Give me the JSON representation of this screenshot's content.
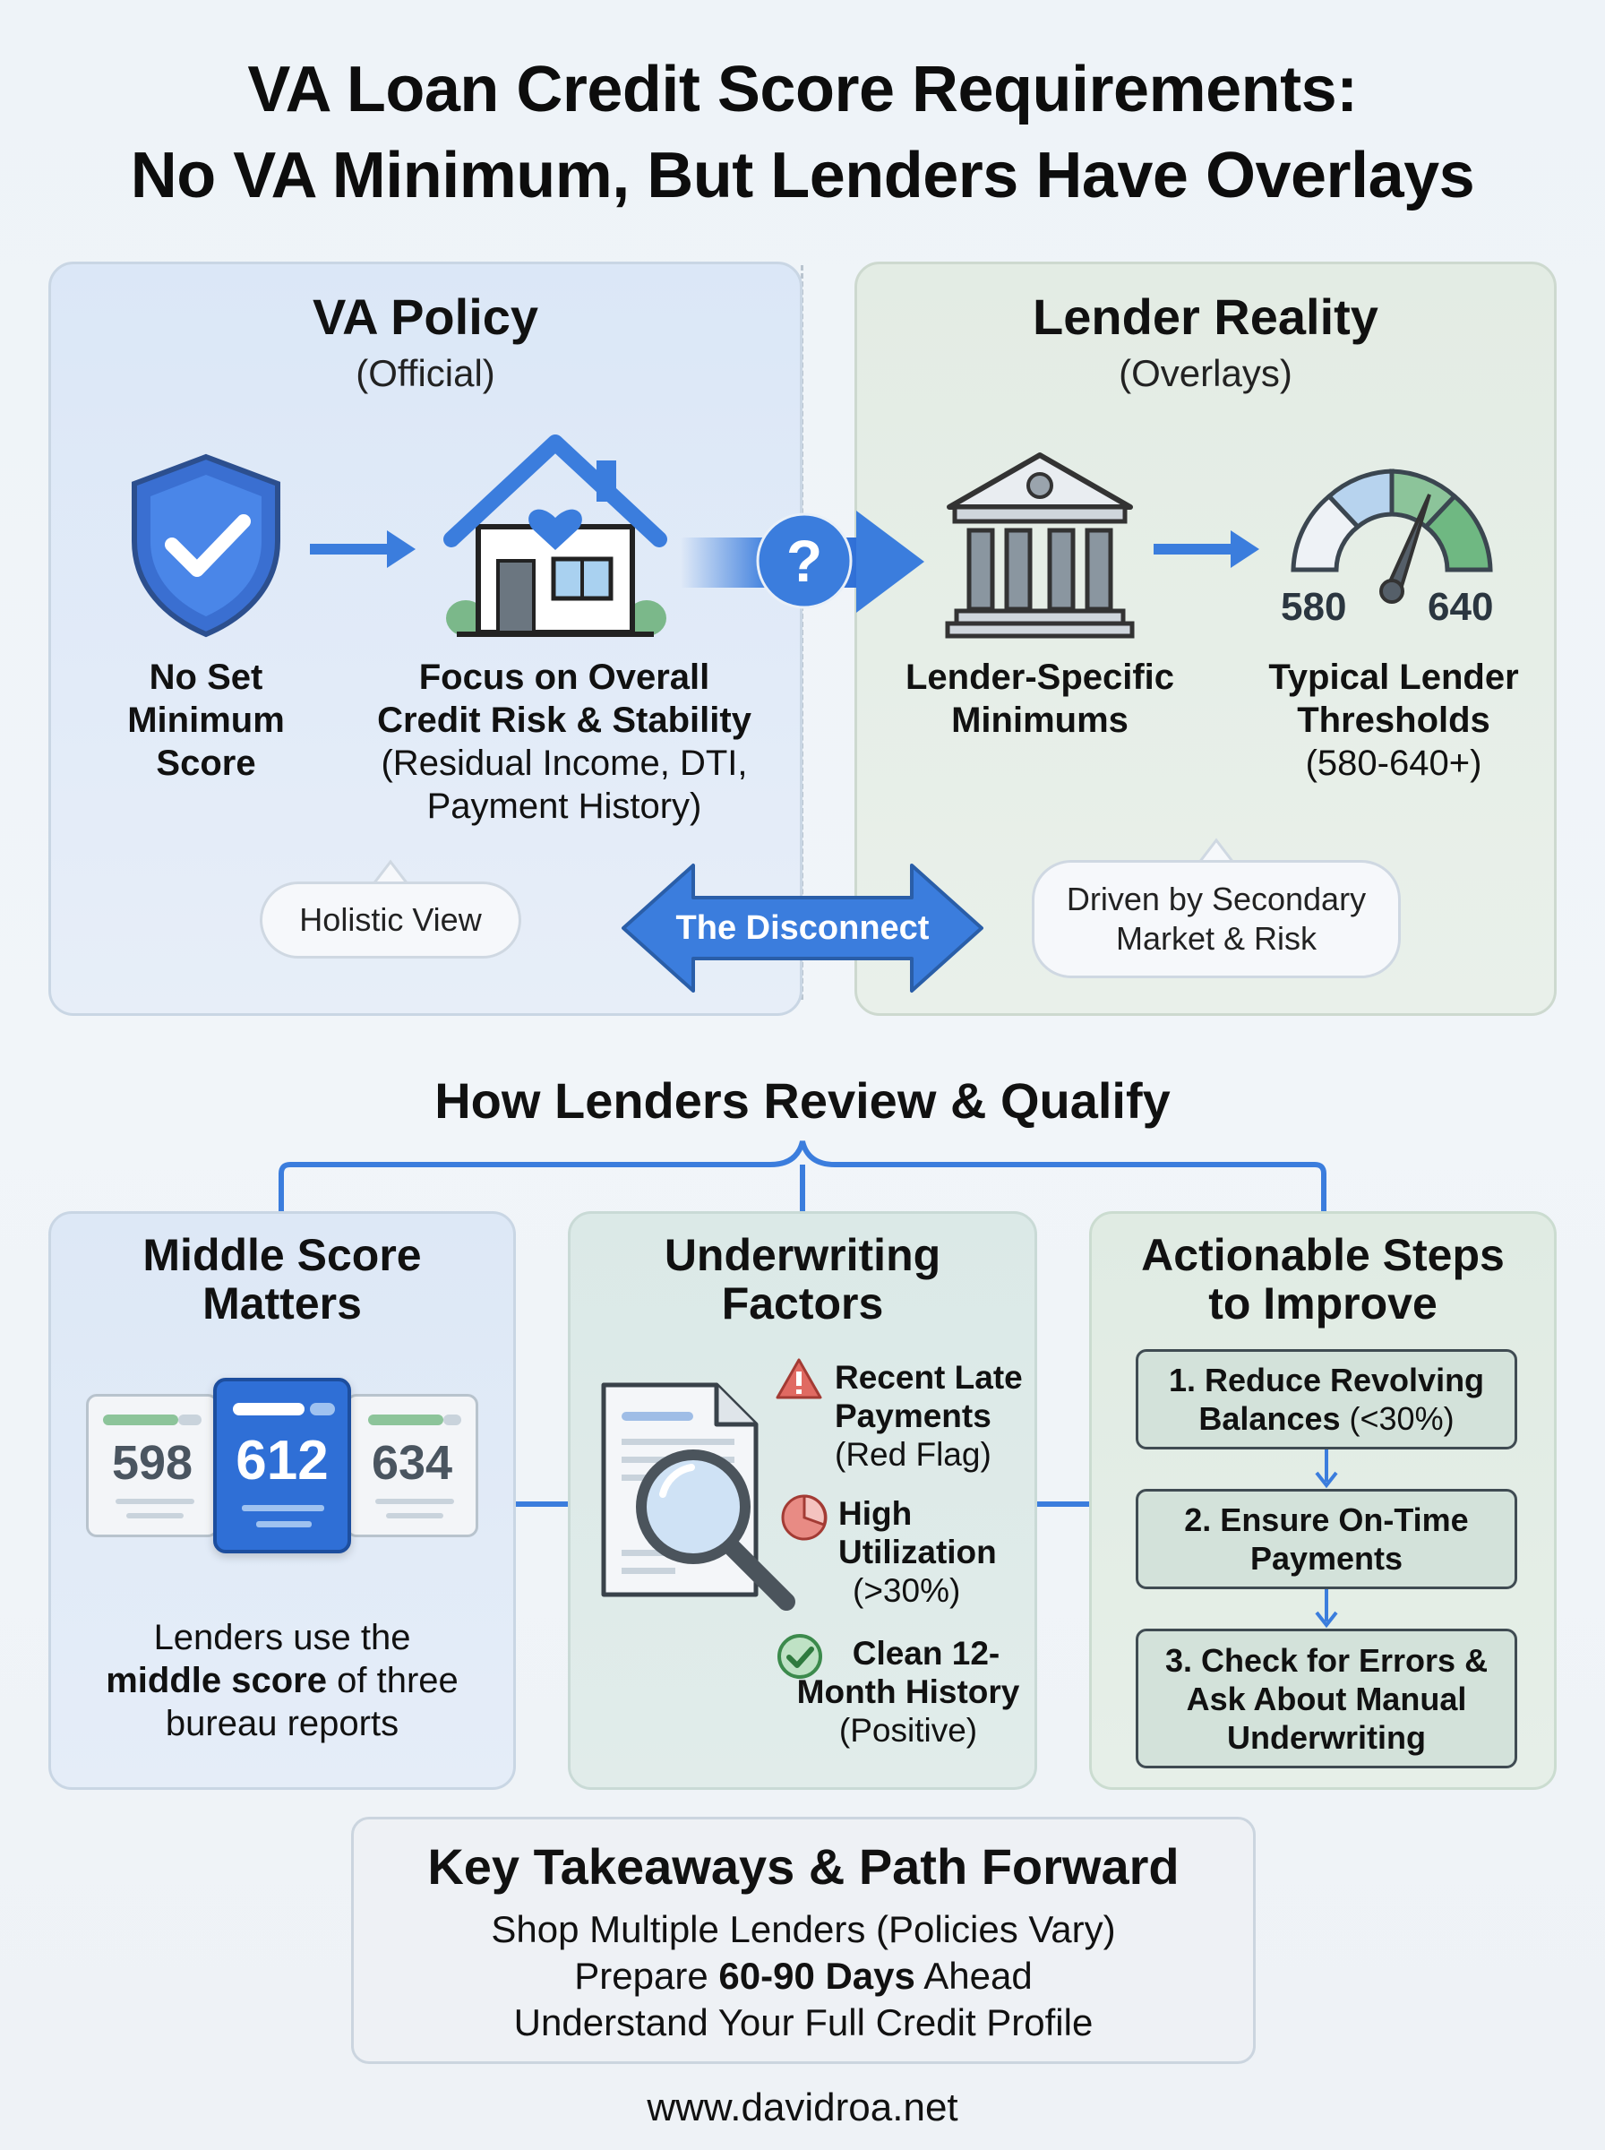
{
  "title": {
    "line1": "VA Loan Credit Score Requirements:",
    "line2": "No VA Minimum, But Lenders Have Overlays"
  },
  "va_policy": {
    "title": "VA Policy",
    "subtitle": "(Official)",
    "no_min": [
      "No Set",
      "Minimum",
      "Score"
    ],
    "focus_bold": [
      "Focus on Overall",
      "Credit Risk & Stability"
    ],
    "focus_detail": [
      "(Residual Income, DTI,",
      "Payment History)"
    ],
    "bubble": "Holistic View"
  },
  "lender_reality": {
    "title": "Lender Reality",
    "subtitle": "(Overlays)",
    "minimums": [
      "Lender-Specific",
      "Minimums"
    ],
    "thresholds_bold": [
      "Typical Lender",
      "Thresholds"
    ],
    "thresholds_range": "(580-640+)",
    "gauge_low": "580",
    "gauge_high": "640",
    "bubble": [
      "Driven by Secondary",
      "Market & Risk"
    ]
  },
  "connector": {
    "question": "?",
    "disconnect": "The Disconnect"
  },
  "review": {
    "heading": "How Lenders Review & Qualify",
    "middle": {
      "title": [
        "Middle Score",
        "Matters"
      ],
      "scores": [
        "598",
        "612",
        "634"
      ],
      "text_line1": "Lenders use the",
      "text_bold": "middle score",
      "text_line2_rest": " of three",
      "text_line3": "bureau reports"
    },
    "underwriting": {
      "title": [
        "Underwriting",
        "Factors"
      ],
      "f1_bold": [
        "Recent Late",
        "Payments"
      ],
      "f1_note": "(Red Flag)",
      "f2_bold": [
        "High",
        "Utilization"
      ],
      "f2_note": "(>30%)",
      "f3_bold": [
        "Clean 12-",
        "Month History"
      ],
      "f3_note": "(Positive)"
    },
    "steps": {
      "title": [
        "Actionable Steps",
        "to Improve"
      ],
      "s1_bold": "1. Reduce Revolving",
      "s1_bold2": "Balances",
      "s1_note": " (<30%)",
      "s2": [
        "2. Ensure On-Time",
        "Payments"
      ],
      "s3": [
        "3. Check for Errors &",
        "Ask About Manual",
        "Underwriting"
      ]
    }
  },
  "takeaways": {
    "title": "Key Takeaways & Path Forward",
    "line1": "Shop Multiple Lenders (Policies Vary)",
    "line2_a": "Prepare ",
    "line2_bold": "60-90 Days",
    "line2_b": " Ahead",
    "line3": "Understand Your Full Credit Profile"
  },
  "footer": "www.davidroa.net",
  "colors": {
    "accent_blue": "#3b7ddd",
    "dark_blue": "#1f5fc4",
    "green": "#7bb88a",
    "red": "#d9534f"
  }
}
